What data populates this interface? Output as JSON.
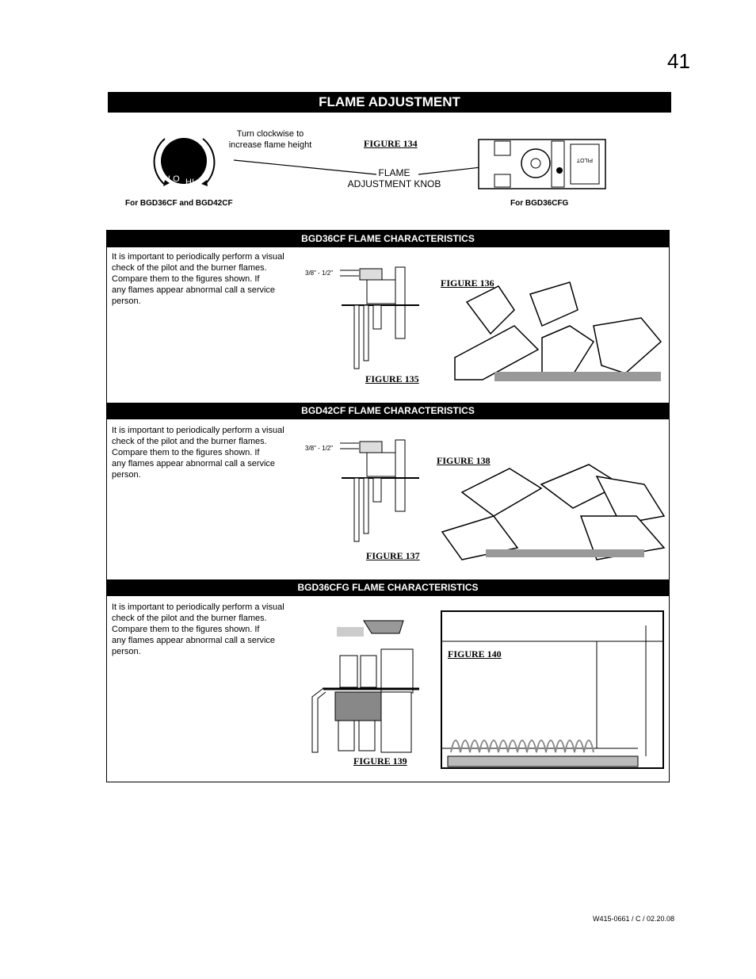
{
  "page_number": "41",
  "title": "FLAME ADJUSTMENT",
  "knob": {
    "instruction": [
      "Turn clockwise to",
      "increase flame height"
    ],
    "lo": "LO",
    "hi": "HI",
    "caption_left": "For BGD36CF and BGD42CF",
    "figure": "FIGURE 134",
    "callout": [
      "FLAME",
      "ADJUSTMENT KNOB"
    ],
    "caption_right": "For BGD36CFG",
    "valve_label": "PILOT"
  },
  "sections": [
    {
      "header": "BGD36CF FLAME CHARACTERISTICS",
      "text": [
        "It is important to periodically perform a visual",
        "check of the pilot and the burner flames.",
        "Compare them to the figures shown.  If",
        "any flames appear abnormal call a service",
        "person."
      ],
      "dimension": "3/8\" - 1/2\"",
      "fig_left": "FIGURE 135",
      "fig_right": "FIGURE 136"
    },
    {
      "header": "BGD42CF FLAME CHARACTERISTICS",
      "text": [
        "It is important to periodically perform a visual",
        "check of the pilot and the burner flames.",
        "Compare them to the figures shown.  If",
        "any flames appear abnormal call a service",
        "person."
      ],
      "dimension": "3/8\" - 1/2\"",
      "fig_left": "FIGURE 137",
      "fig_right": "FIGURE 138"
    },
    {
      "header": "BGD36CFG FLAME CHARACTERISTICS",
      "text": [
        "It is important to periodically perform a visual",
        "check of the pilot and the burner flames.",
        "Compare them to the figures shown.  If",
        "any flames appear abnormal call a service",
        "person."
      ],
      "fig_left": "FIGURE 139",
      "fig_right": "FIGURE 140"
    }
  ],
  "footer": "W415-0661 / C / 02.20.08"
}
